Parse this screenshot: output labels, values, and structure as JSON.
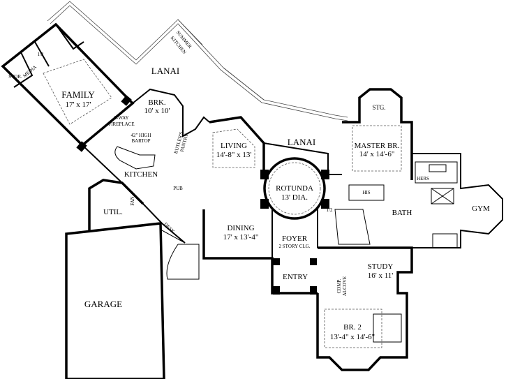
{
  "rooms": [
    {
      "id": "lanai-top",
      "name": "LANAI",
      "dims": ""
    },
    {
      "id": "lanai-mid",
      "name": "LANAI",
      "dims": ""
    },
    {
      "id": "family",
      "name": "FAMILY",
      "dims": "17' x 17'"
    },
    {
      "id": "breakfast",
      "name": "BRK.",
      "dims": "10' x 10'"
    },
    {
      "id": "living",
      "name": "LIVING",
      "dims": "14'-8\" x 13'"
    },
    {
      "id": "rotunda",
      "name": "ROTUNDA",
      "dims": "13' DIA."
    },
    {
      "id": "master",
      "name": "MASTER BR.",
      "dims": "14' x 14'-6\""
    },
    {
      "id": "kitchen",
      "name": "KITCHEN",
      "dims": ""
    },
    {
      "id": "dining",
      "name": "DINING",
      "dims": "17' x 13'-4\""
    },
    {
      "id": "foyer",
      "name": "FOYER",
      "dims": "2 STORY CLG."
    },
    {
      "id": "study",
      "name": "STUDY",
      "dims": "16' x 11'"
    },
    {
      "id": "entry",
      "name": "ENTRY",
      "dims": ""
    },
    {
      "id": "garage",
      "name": "GARAGE",
      "dims": ""
    },
    {
      "id": "bedroom2",
      "name": "BR. 2",
      "dims": "13'-4\" x 14'-6\""
    },
    {
      "id": "bath",
      "name": "BATH",
      "dims": ""
    },
    {
      "id": "gym",
      "name": "GYM",
      "dims": ""
    },
    {
      "id": "utility",
      "name": "UTIL.",
      "dims": ""
    },
    {
      "id": "storage-top",
      "name": "STG.",
      "dims": ""
    }
  ],
  "small_labels": {
    "storage": "STOR.",
    "media": "MEDIA",
    "half_bath_family": "1/2",
    "half_bath_hall": "1/2",
    "summer_kitchen_1": "SUMMER",
    "summer_kitchen_2": "KITCHEN",
    "fireplace_1": "2-WAY",
    "fireplace_2": "FIREPLACE",
    "bartop_1": "42\" HIGH",
    "bartop_2": "BARTOP",
    "butlers_pantry_1": "BUTLER'S",
    "butlers_pantry_2": "PANTRY",
    "pub": "PUB",
    "fan": "FAN",
    "desk": "DESK",
    "his": "HIS",
    "hers": "HERS",
    "comp_alcove_1": "COMP.",
    "comp_alcove_2": "ALCOVE"
  }
}
